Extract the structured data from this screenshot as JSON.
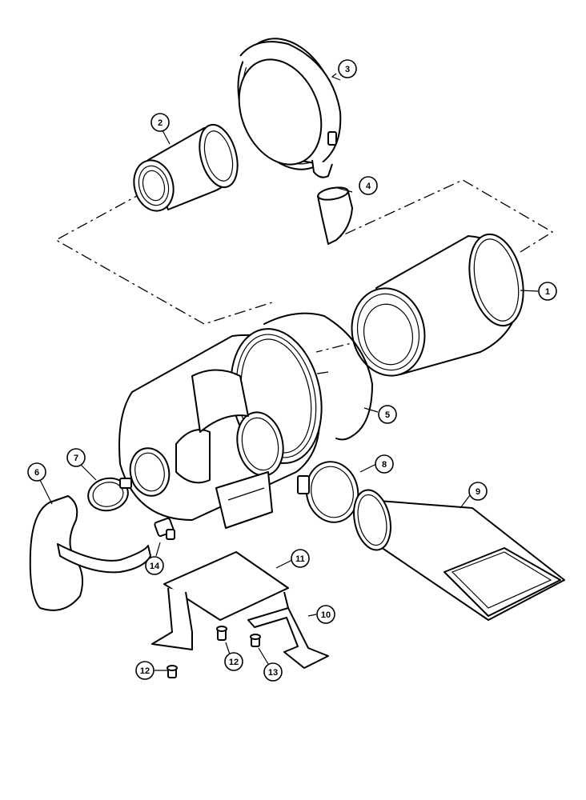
{
  "diagram": {
    "callouts": [
      {
        "id": "1",
        "label": "1"
      },
      {
        "id": "2",
        "label": "2"
      },
      {
        "id": "3",
        "label": "3"
      },
      {
        "id": "4",
        "label": "4"
      },
      {
        "id": "5",
        "label": "5"
      },
      {
        "id": "6",
        "label": "6"
      },
      {
        "id": "7",
        "label": "7"
      },
      {
        "id": "8",
        "label": "8"
      },
      {
        "id": "9",
        "label": "9"
      },
      {
        "id": "10",
        "label": "10"
      },
      {
        "id": "11",
        "label": "11"
      },
      {
        "id": "12a",
        "label": "12"
      },
      {
        "id": "12b",
        "label": "12"
      },
      {
        "id": "13",
        "label": "13"
      },
      {
        "id": "14",
        "label": "14"
      }
    ]
  }
}
